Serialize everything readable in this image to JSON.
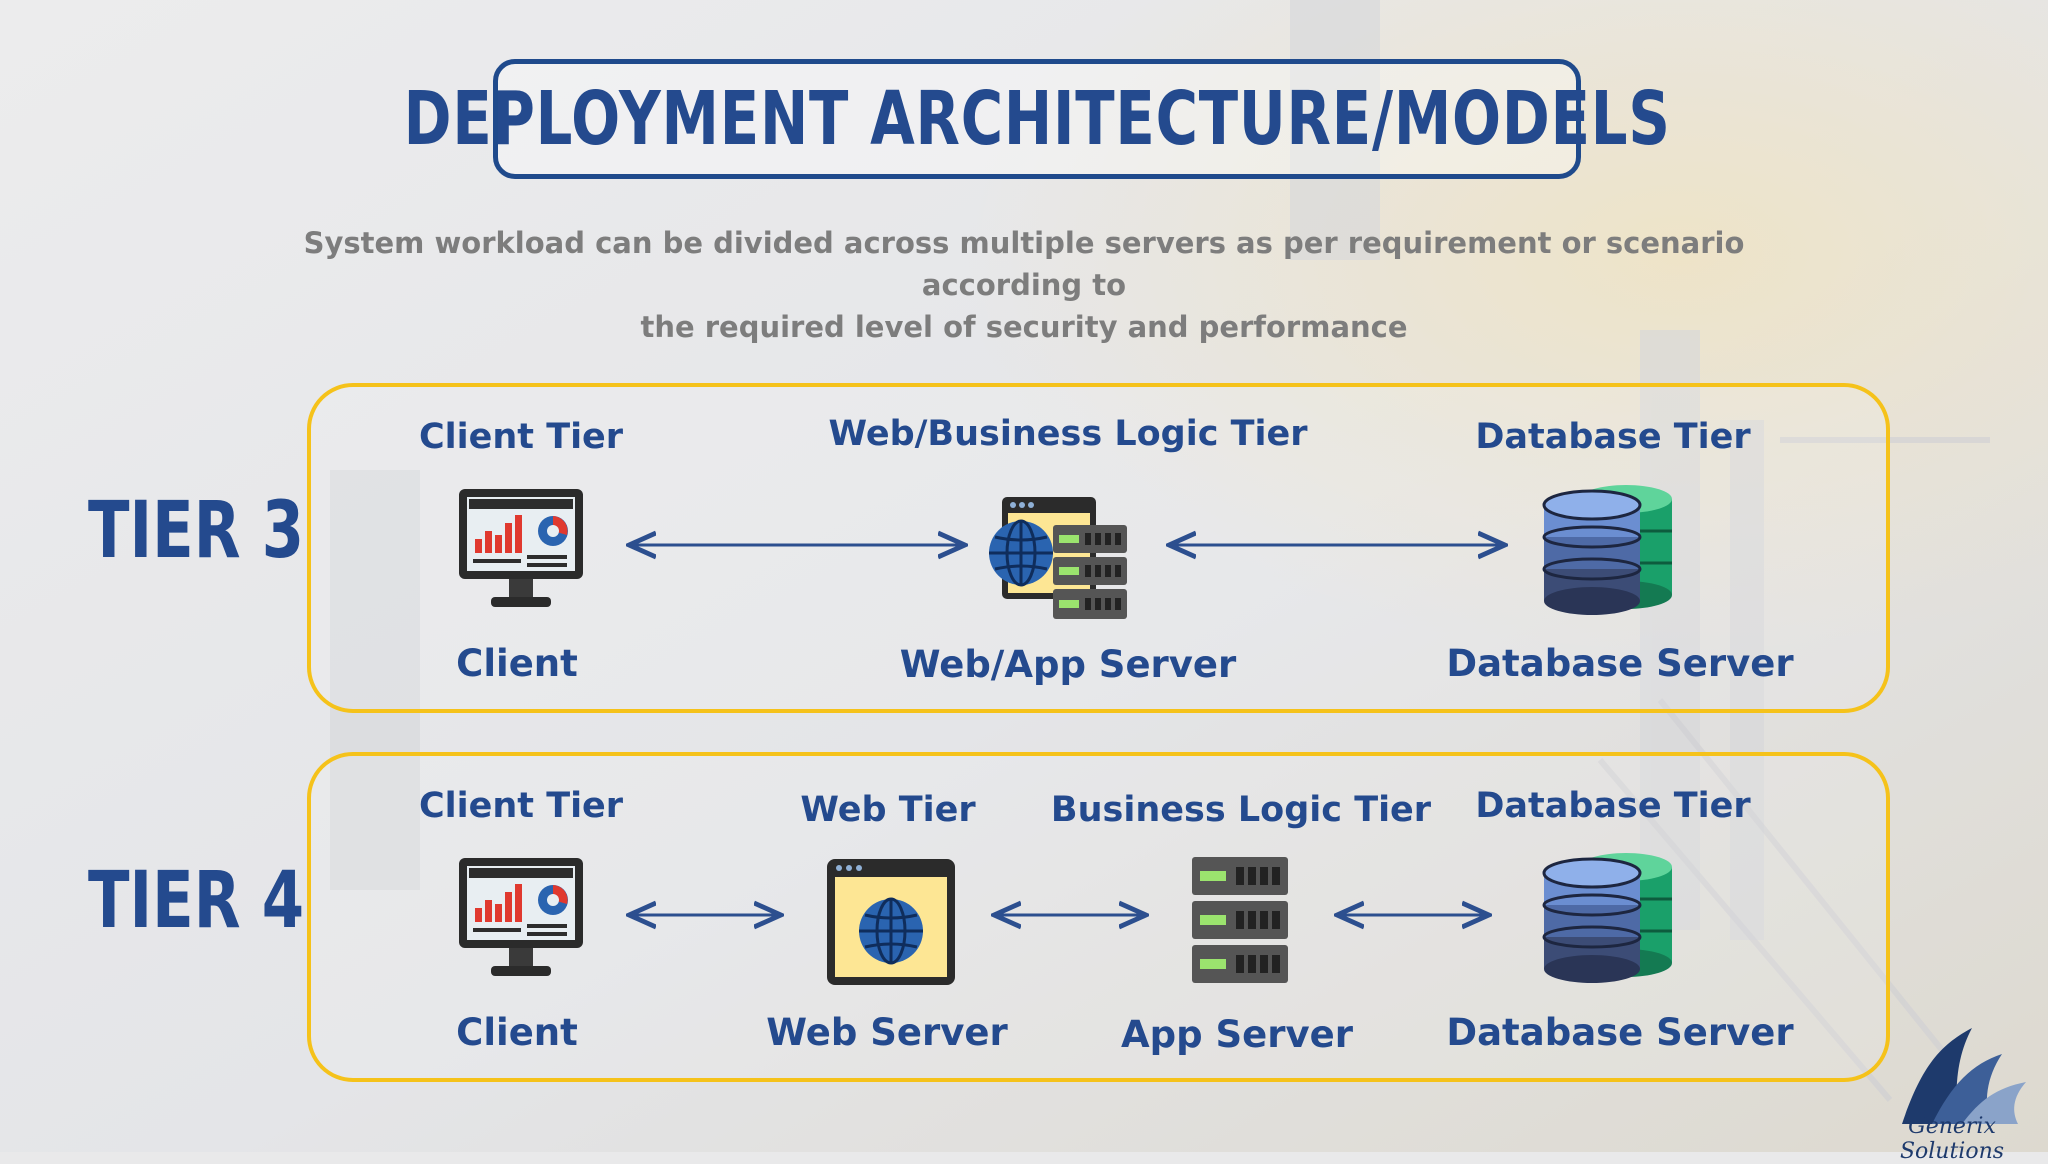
{
  "title": "DEPLOYMENT ARCHITECTURE/MODELS",
  "subtitle_line1": "System workload can be divided across multiple servers as per requirement or scenario according to",
  "subtitle_line2": "the required level of security and performance",
  "tier3": {
    "name": "TIER 3",
    "client_tier": "Client Tier",
    "web_business_tier": "Web/Business Logic Tier",
    "database_tier": "Database Tier",
    "client": "Client",
    "web_app_server": "Web/App Server",
    "database_server": "Database Server"
  },
  "tier4": {
    "name": "TIER 4",
    "client_tier": "Client Tier",
    "web_tier": "Web Tier",
    "business_logic_tier": "Business Logic Tier",
    "database_tier": "Database Tier",
    "client": "Client",
    "web_server": "Web Server",
    "app_server": "App Server",
    "database_server": "Database Server"
  },
  "logo_text": "Generix Solutions",
  "colors": {
    "accent_blue": "#244a8e",
    "tier_border_yellow": "#f5c21a",
    "subtitle_gray": "#7d7d7d"
  }
}
